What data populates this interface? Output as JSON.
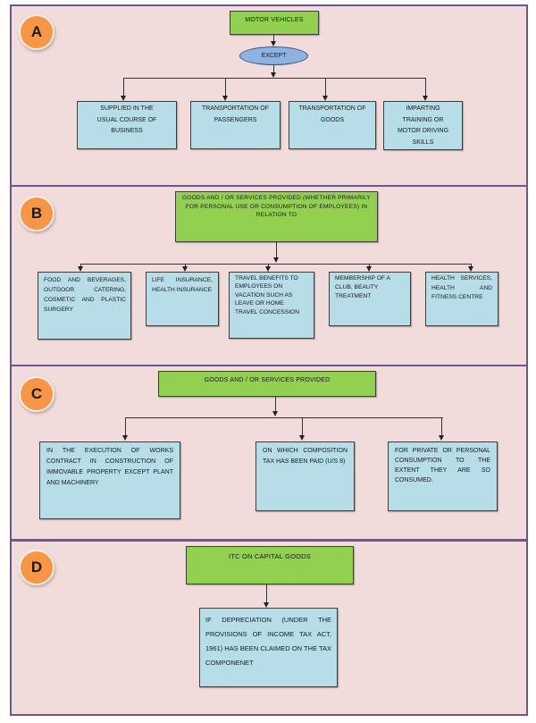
{
  "sections": [
    {
      "label": "A",
      "root": "MOTOR VEHICLES",
      "connector": "EXCEPT",
      "children": [
        "SUPPLIED IN THE USUAL COURSE OF BUSINESS",
        "TRANSPORTATION OF PASSENGERS",
        "TRANSPORTATION OF GOODS",
        "IMPARTING TRAINING OR MOTOR DRIVING SKILLS"
      ]
    },
    {
      "label": "B",
      "root": "GOODS AND / OR SERVICES PROVIDED (WHETHER PRIMARILY FOR PERSONAL USE OR CONSUMPTION OF EMPLOYEES) IN RELATION TO",
      "children": [
        "FOOD AND BEVERAGES, OUTDOOR CATERING, COSMETIC AND PLASTIC SURGERY",
        "LIFE INSURANCE, HEALTH INSURANCE",
        "TRAVEL BENEFITS TO EMPLOYEES ON VACATION SUCH AS LEAVE OR HOME TRAVEL CONCESSION",
        "MEMBERSHIP OF A CLUB, BEAUTY TREATMENT",
        "HEALTH SERVICES, HEALTH AND FITNESS CENTRE"
      ]
    },
    {
      "label": "C",
      "root": "GOODS AND / OR SERVICES PROVIDED",
      "children": [
        "IN THE EXECUTION OF WORKS CONTRACT IN CONSTRUCTION OF IMMOVABLE PROPERTY EXCEPT PLANT AND MACHINERY",
        "ON WHICH COMPOSITION TAX HAS BEEN PAID (U/S 8)",
        "FOR PRIVATE OR PERSONAL CONSUMPTION TO THE EXTENT THEY ARE SO CONSUMED."
      ]
    },
    {
      "label": "D",
      "root": "ITC ON CAPITAL GOODS",
      "children": [
        "IF DEPRECIATION (UNDER THE PROVISIONS OF INCOME TAX ACT, 1961) HAS BEEN CLAIMED ON THE TAX COMPONENET"
      ]
    }
  ],
  "colors": {
    "section_bg": "#f2dcdb",
    "section_border": "#6a5690",
    "root_box": "#92d050",
    "leaf_box": "#b7dde8",
    "connector_ellipse": "#8db3e2",
    "badge": "#f79646"
  }
}
